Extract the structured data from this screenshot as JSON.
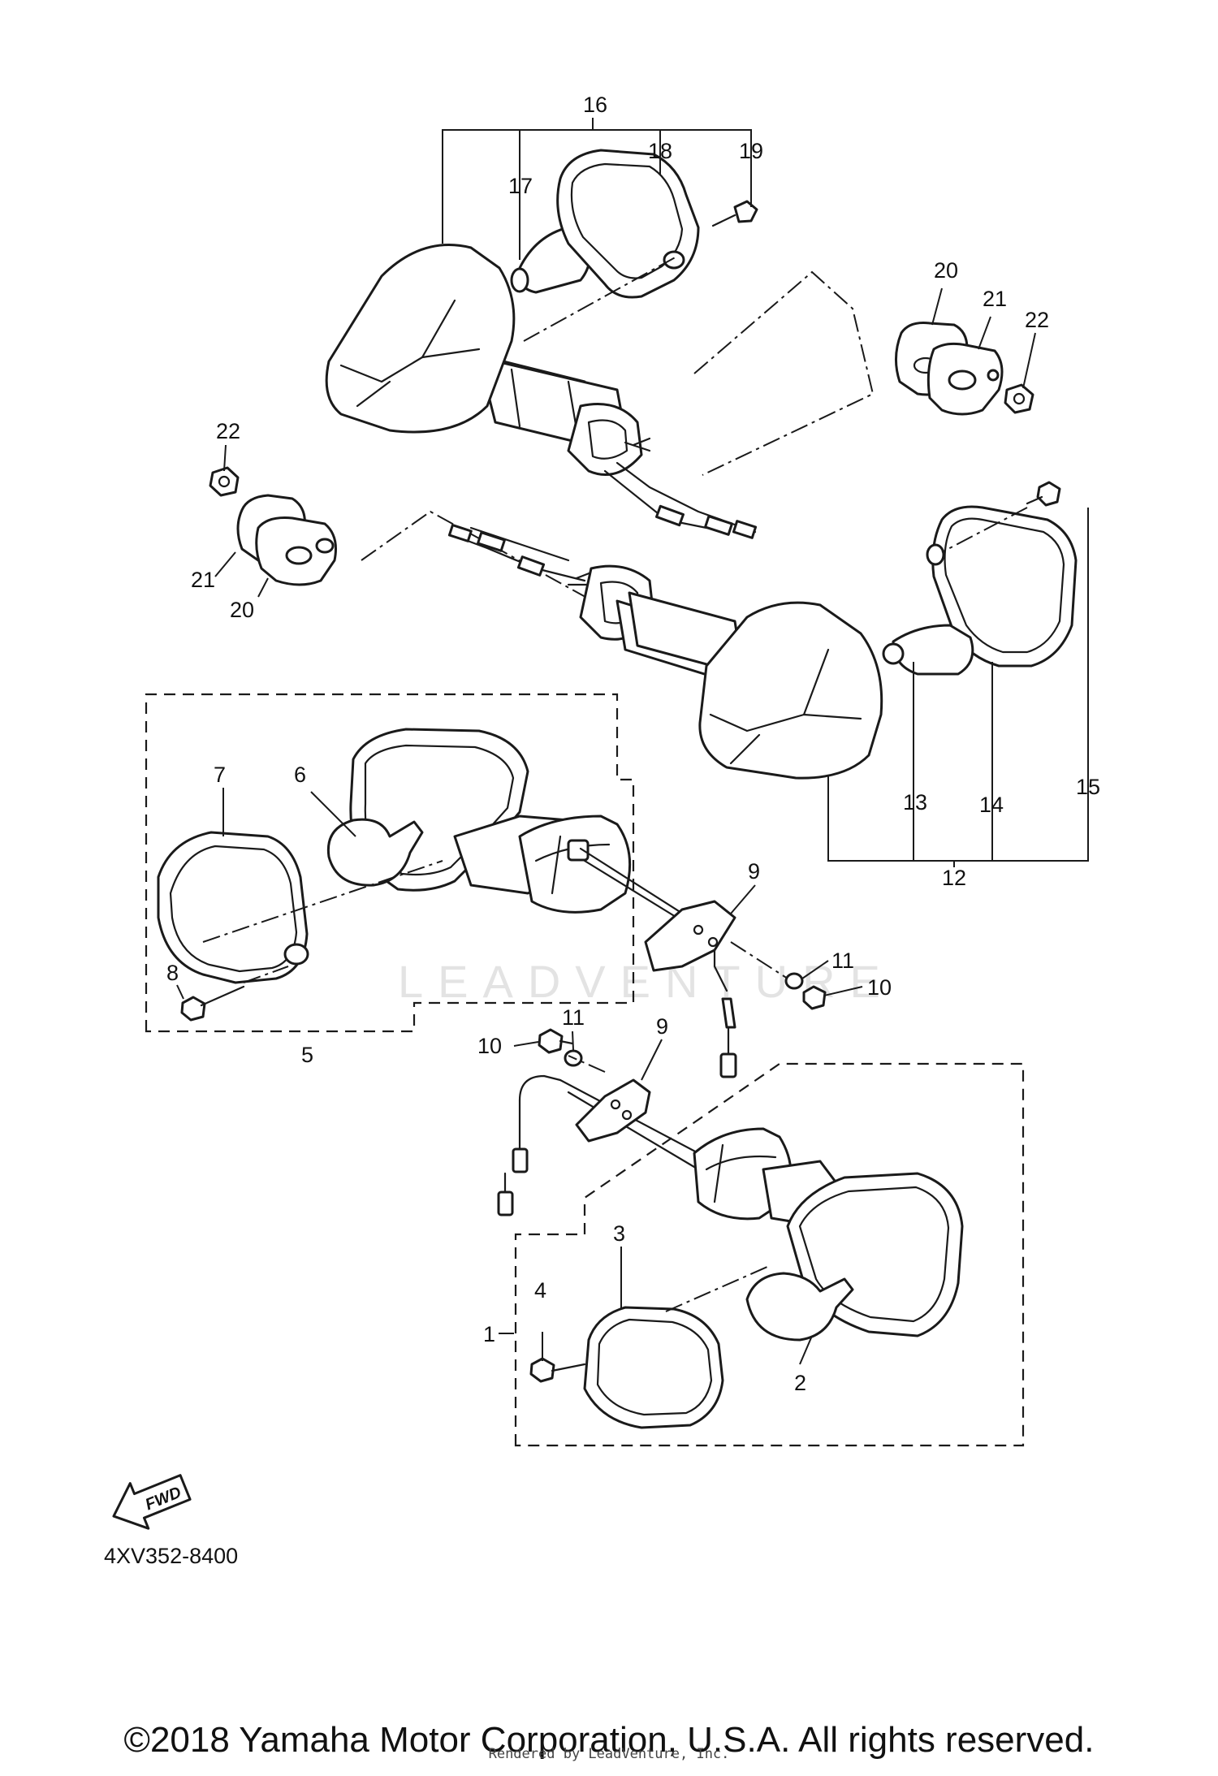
{
  "watermark": "LEADVENTURE",
  "diagram_code": "4XV352-8400",
  "fwd_label": "FWD",
  "copyright": "©2018 Yamaha Motor Corporation, U.S.A. All rights reserved.",
  "rendered_by": "Rendered by LeadVenture, Inc.",
  "callouts": {
    "c1": "1",
    "c2": "2",
    "c3": "3",
    "c4": "4",
    "c5": "5",
    "c6": "6",
    "c7": "7",
    "c8": "8",
    "c9a": "9",
    "c9b": "9",
    "c10a": "10",
    "c10b": "10",
    "c11a": "11",
    "c11b": "11",
    "c12": "12",
    "c13": "13",
    "c14": "14",
    "c15": "15",
    "c16": "16",
    "c17": "17",
    "c18": "18",
    "c19": "19",
    "c20a": "20",
    "c20b": "20",
    "c21a": "21",
    "c21b": "21",
    "c22a": "22",
    "c22b": "22"
  }
}
